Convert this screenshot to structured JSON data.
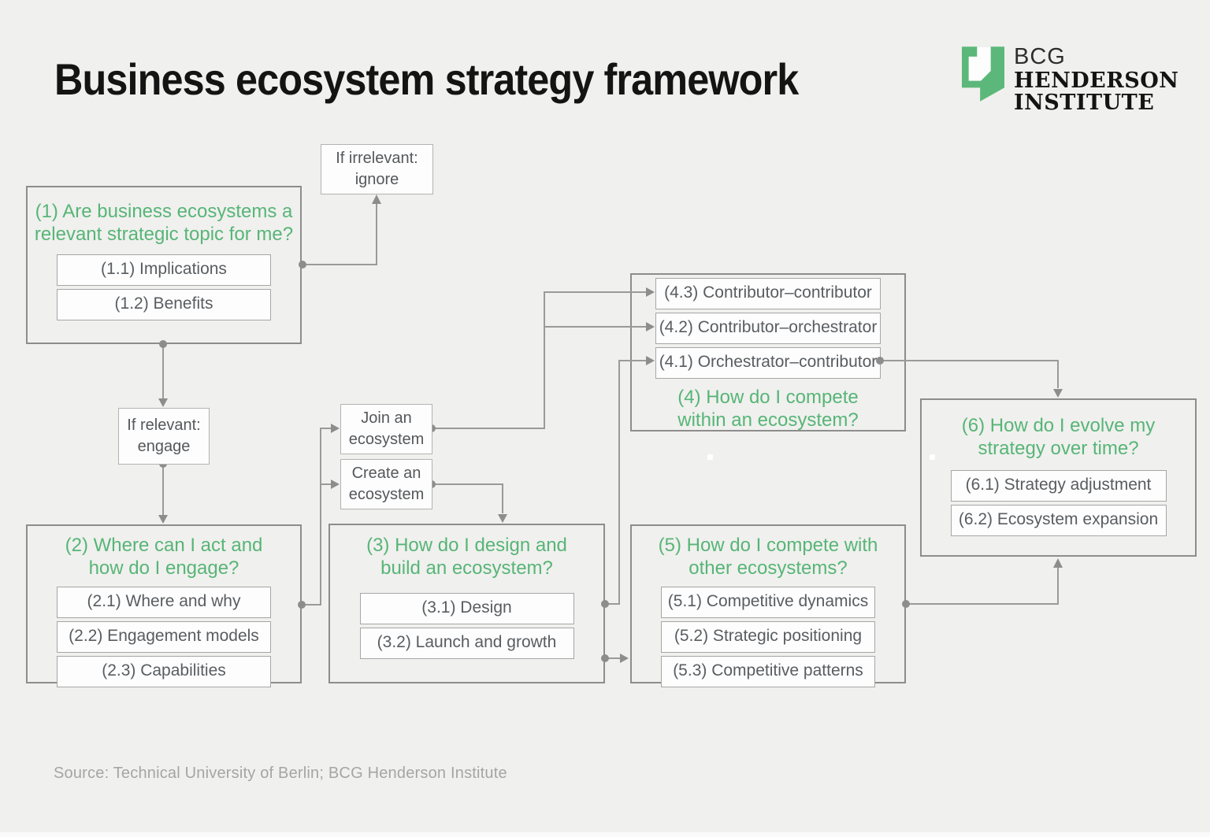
{
  "title": "Business ecosystem strategy framework",
  "logo": {
    "bcg": "BCG",
    "henderson": "HENDERSON",
    "institute": "INSTITUTE",
    "mark_green": "#5cb87a"
  },
  "tags": {
    "if_irrelevant": "If irrelevant: ignore",
    "if_relevant": "If relevant: engage",
    "join": "Join an ecosystem",
    "create": "Create an ecosystem"
  },
  "boxes": {
    "b1": {
      "heading": "(1) Are business ecosystems a relevant strategic topic for me?",
      "items": [
        "(1.1) Implications",
        "(1.2) Benefits"
      ]
    },
    "b2": {
      "heading": "(2) Where can I act and how do I engage?",
      "items": [
        "(2.1) Where and why",
        "(2.2) Engagement models",
        "(2.3) Capabilities"
      ]
    },
    "b3": {
      "heading": "(3) How do I design and build an ecosystem?",
      "items": [
        "(3.1) Design",
        "(3.2) Launch and growth"
      ]
    },
    "b4": {
      "heading": "(4) How do I compete within an ecosystem?",
      "items": [
        "(4.3) Contributor–contributor",
        "(4.2) Contributor–orchestrator",
        "(4.1) Orchestrator–contributor"
      ]
    },
    "b5": {
      "heading": "(5) How do I compete with other ecosystems?",
      "items": [
        "(5.1) Competitive dynamics",
        "(5.2) Strategic positioning",
        "(5.3) Competitive patterns"
      ]
    },
    "b6": {
      "heading": "(6) How do I evolve my strategy over time?",
      "items": [
        "(6.1) Strategy adjustment",
        "(6.2) Ecosystem expansion"
      ]
    }
  },
  "source": "Source: Technical University of Berlin; BCG Henderson Institute",
  "colors": {
    "background": "#f0f0ee",
    "green_heading": "#57b577",
    "panel_border": "#8d8d8d",
    "connector": "#9a9a9a",
    "logo_green": "#5cb87a"
  }
}
